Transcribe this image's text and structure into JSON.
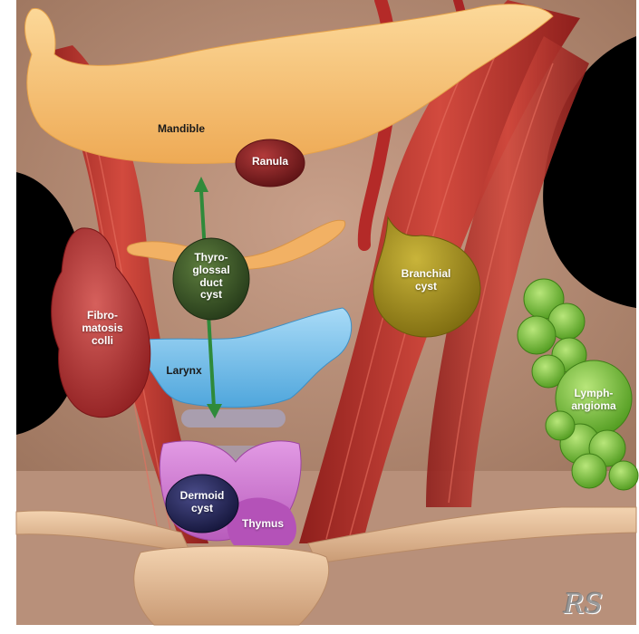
{
  "labels": {
    "mandible": "Mandible",
    "ranula": "Ranula",
    "thyroglossal": "Thyro-\nglossal\nduct\ncyst",
    "branchial": "Branchial\ncyst",
    "fibromatosis": "Fibro-\nmatosis\ncolli",
    "larynx": "Larynx",
    "lymphangioma": "Lymph-\nangioma",
    "dermoid": "Dermoid\ncyst",
    "thymus": "Thymus"
  },
  "signature": "RS",
  "colors": {
    "skin": "#b38a72",
    "muscle": "#b8362e",
    "bone": "#f5c37a",
    "larynx": "#7ec4ef",
    "thymus": "#d47ed6",
    "thyroglossal_cyst": "#3d5a2a",
    "branchial_cyst": "#a8941c",
    "ranula": "#8a1f22",
    "fibromatosis": "#b42a2e",
    "lymphangioma": "#7dbf3a",
    "dermoid_cyst": "#25265a",
    "arrow": "#2f8a3a",
    "background": "#000000"
  }
}
